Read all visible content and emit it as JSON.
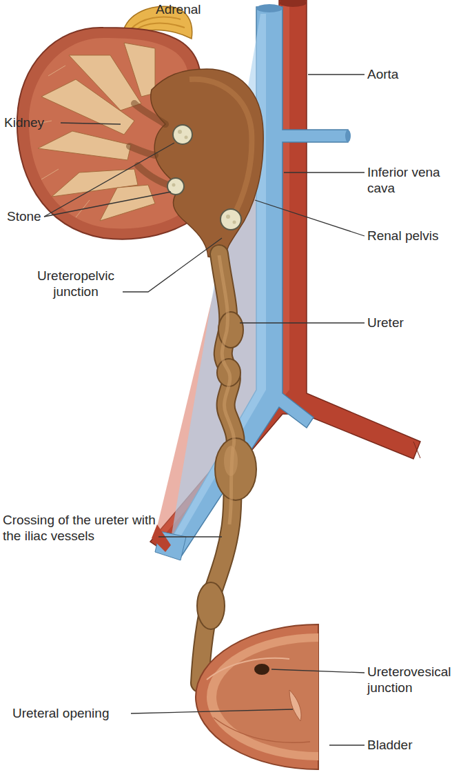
{
  "diagram": {
    "labels": [
      "Adrenal",
      "Kidney",
      "Aorta",
      "Inferior vena cava",
      "Stone",
      "Renal pelvis",
      "Ureteropelvic junction",
      "Ureter",
      "Crossing of the ureter with the iliac vessels",
      "Ureterovesical junction",
      "Ureteral opening",
      "Bladder"
    ]
  }
}
